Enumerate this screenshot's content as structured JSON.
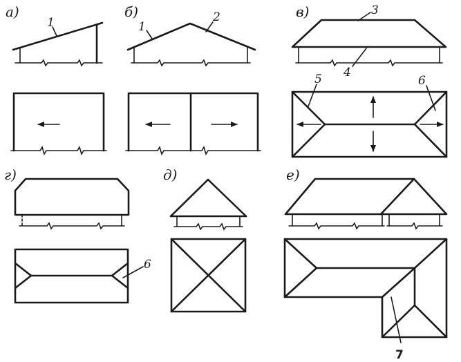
{
  "panels": {
    "a": {
      "label": "а)",
      "callouts": [
        "1"
      ]
    },
    "b": {
      "label": "б)",
      "callouts": [
        "1",
        "2"
      ]
    },
    "v": {
      "label": "в)",
      "callouts": [
        "3",
        "4",
        "5",
        "6"
      ]
    },
    "g": {
      "label": "г)",
      "callouts": [
        "6"
      ]
    },
    "d": {
      "label": "д)",
      "callouts": []
    },
    "e": {
      "label": "е)",
      "callouts": [
        "7"
      ]
    }
  }
}
